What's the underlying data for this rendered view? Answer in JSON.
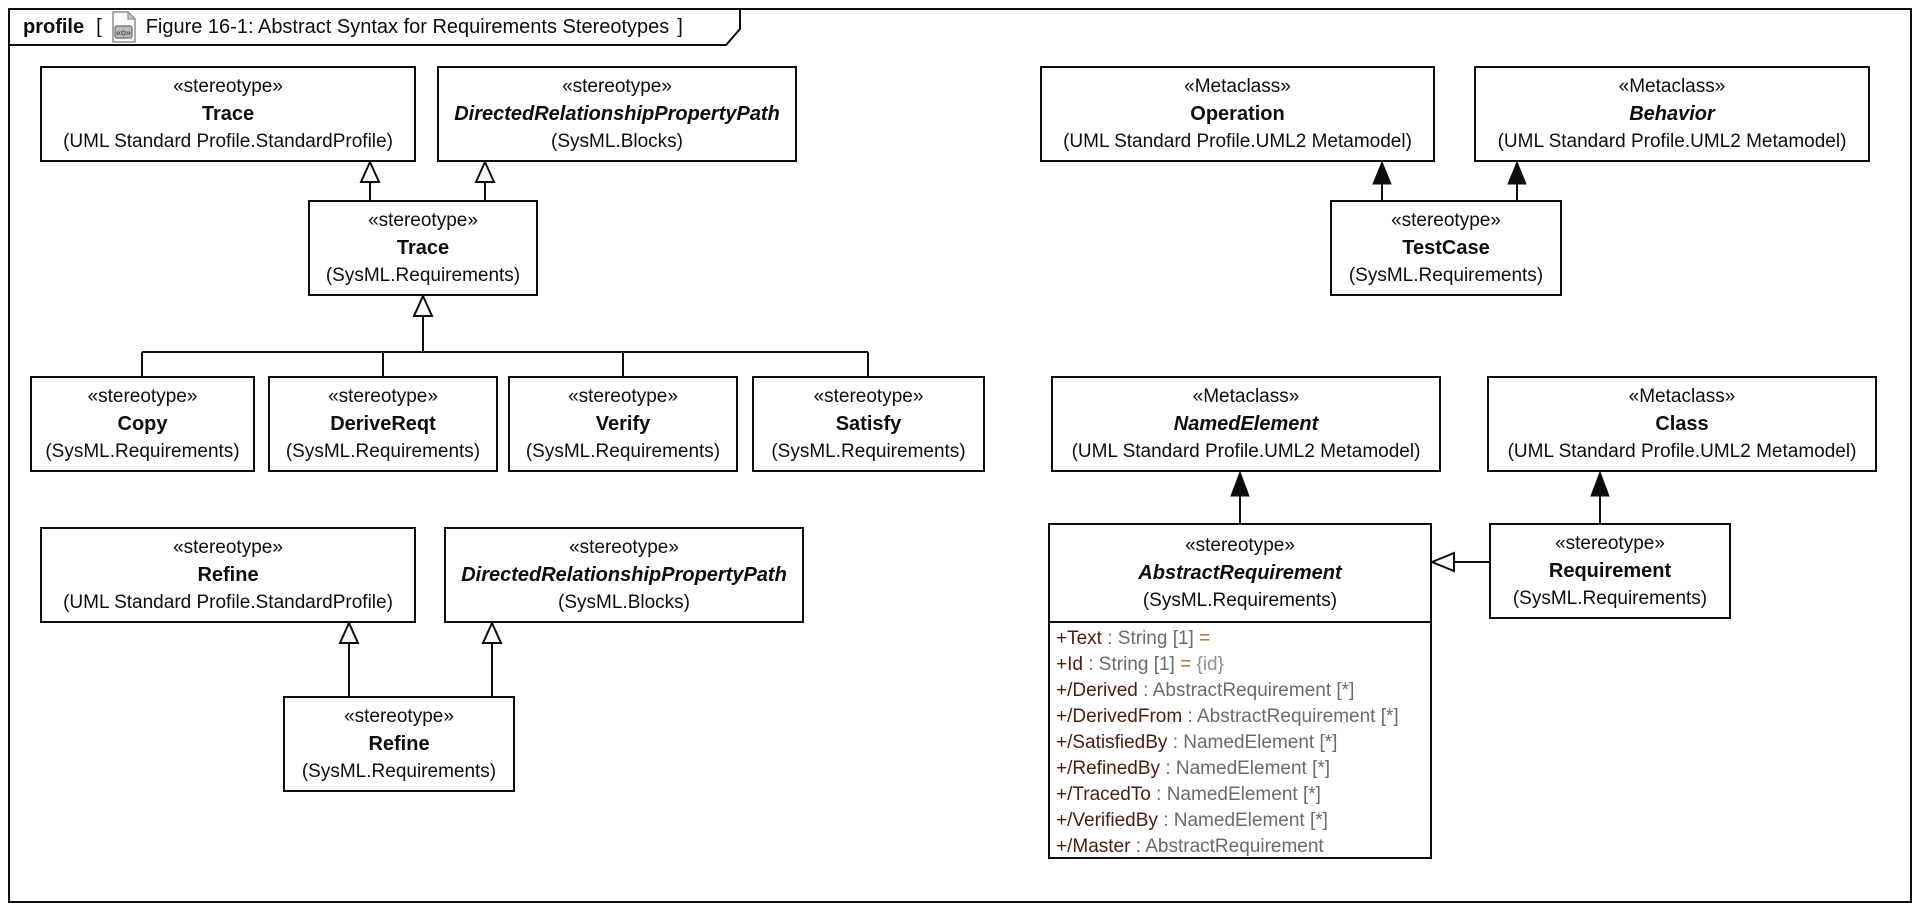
{
  "frame": {
    "keyword": "profile",
    "open_bracket": "[",
    "icon": "diagram-icon",
    "title": "Figure 16-1: Abstract Syntax for Requirements Stereotypes",
    "close_bracket": "]"
  },
  "colors": {
    "line": "#0d0d0d",
    "box_fill": "#ffffff",
    "attr_name": "#4e1c0e",
    "attr_type": "#6b6b6b",
    "attr_eq": "#a9672e",
    "attr_value": "#8f8f8f"
  },
  "nodes": [
    {
      "id": "trace-standard",
      "stereotype": "«stereotype»",
      "name": "Trace",
      "namespace": "(UML Standard Profile.StandardProfile)"
    },
    {
      "id": "drpp-top",
      "stereotype": "«stereotype»",
      "name": "DirectedRelationshipPropertyPath",
      "namespace": "(SysML.Blocks)"
    },
    {
      "id": "trace-sysml",
      "stereotype": "«stereotype»",
      "name": "Trace",
      "namespace": "(SysML.Requirements)"
    },
    {
      "id": "copy",
      "stereotype": "«stereotype»",
      "name": "Copy",
      "namespace": "(SysML.Requirements)"
    },
    {
      "id": "derivereqt",
      "stereotype": "«stereotype»",
      "name": "DeriveReqt",
      "namespace": "(SysML.Requirements)"
    },
    {
      "id": "verify",
      "stereotype": "«stereotype»",
      "name": "Verify",
      "namespace": "(SysML.Requirements)"
    },
    {
      "id": "satisfy",
      "stereotype": "«stereotype»",
      "name": "Satisfy",
      "namespace": "(SysML.Requirements)"
    },
    {
      "id": "refine-standard",
      "stereotype": "«stereotype»",
      "name": "Refine",
      "namespace": "(UML Standard Profile.StandardProfile)"
    },
    {
      "id": "drpp-bottom",
      "stereotype": "«stereotype»",
      "name": "DirectedRelationshipPropertyPath",
      "namespace": "(SysML.Blocks)"
    },
    {
      "id": "refine-sysml",
      "stereotype": "«stereotype»",
      "name": "Refine",
      "namespace": "(SysML.Requirements)"
    },
    {
      "id": "operation",
      "stereotype": "«Metaclass»",
      "name": "Operation",
      "namespace": "(UML Standard Profile.UML2 Metamodel)"
    },
    {
      "id": "behavior",
      "stereotype": "«Metaclass»",
      "name": "Behavior",
      "namespace": "(UML Standard Profile.UML2 Metamodel)"
    },
    {
      "id": "testcase",
      "stereotype": "«stereotype»",
      "name": "TestCase",
      "namespace": "(SysML.Requirements)"
    },
    {
      "id": "namedelement",
      "stereotype": "«Metaclass»",
      "name": "NamedElement",
      "namespace": "(UML Standard Profile.UML2 Metamodel)"
    },
    {
      "id": "class",
      "stereotype": "«Metaclass»",
      "name": "Class",
      "namespace": "(UML Standard Profile.UML2 Metamodel)"
    },
    {
      "id": "abstract-requirement",
      "stereotype": "«stereotype»",
      "name": "AbstractRequirement",
      "namespace": "(SysML.Requirements)"
    },
    {
      "id": "requirement",
      "stereotype": "«stereotype»",
      "name": "Requirement",
      "namespace": "(SysML.Requirements)"
    }
  ],
  "abstract_requirement": {
    "attributes": [
      {
        "name": "+Text",
        "type": " : String [1]",
        "eq": " =",
        "value": ""
      },
      {
        "name": "+Id",
        "type": " : String [1]",
        "eq": " =",
        "value": " {id}"
      },
      {
        "name": "+/Derived",
        "type": " : AbstractRequirement [*]",
        "eq": "",
        "value": ""
      },
      {
        "name": "+/DerivedFrom",
        "type": " : AbstractRequirement [*]",
        "eq": "",
        "value": ""
      },
      {
        "name": "+/SatisfiedBy",
        "type": " : NamedElement [*]",
        "eq": "",
        "value": ""
      },
      {
        "name": "+/RefinedBy",
        "type": " : NamedElement [*]",
        "eq": "",
        "value": ""
      },
      {
        "name": "+/TracedTo",
        "type": " : NamedElement [*]",
        "eq": "",
        "value": ""
      },
      {
        "name": "+/VerifiedBy",
        "type": " : NamedElement [*]",
        "eq": "",
        "value": ""
      },
      {
        "name": "+/Master",
        "type": " : AbstractRequirement",
        "eq": "",
        "value": ""
      }
    ]
  }
}
